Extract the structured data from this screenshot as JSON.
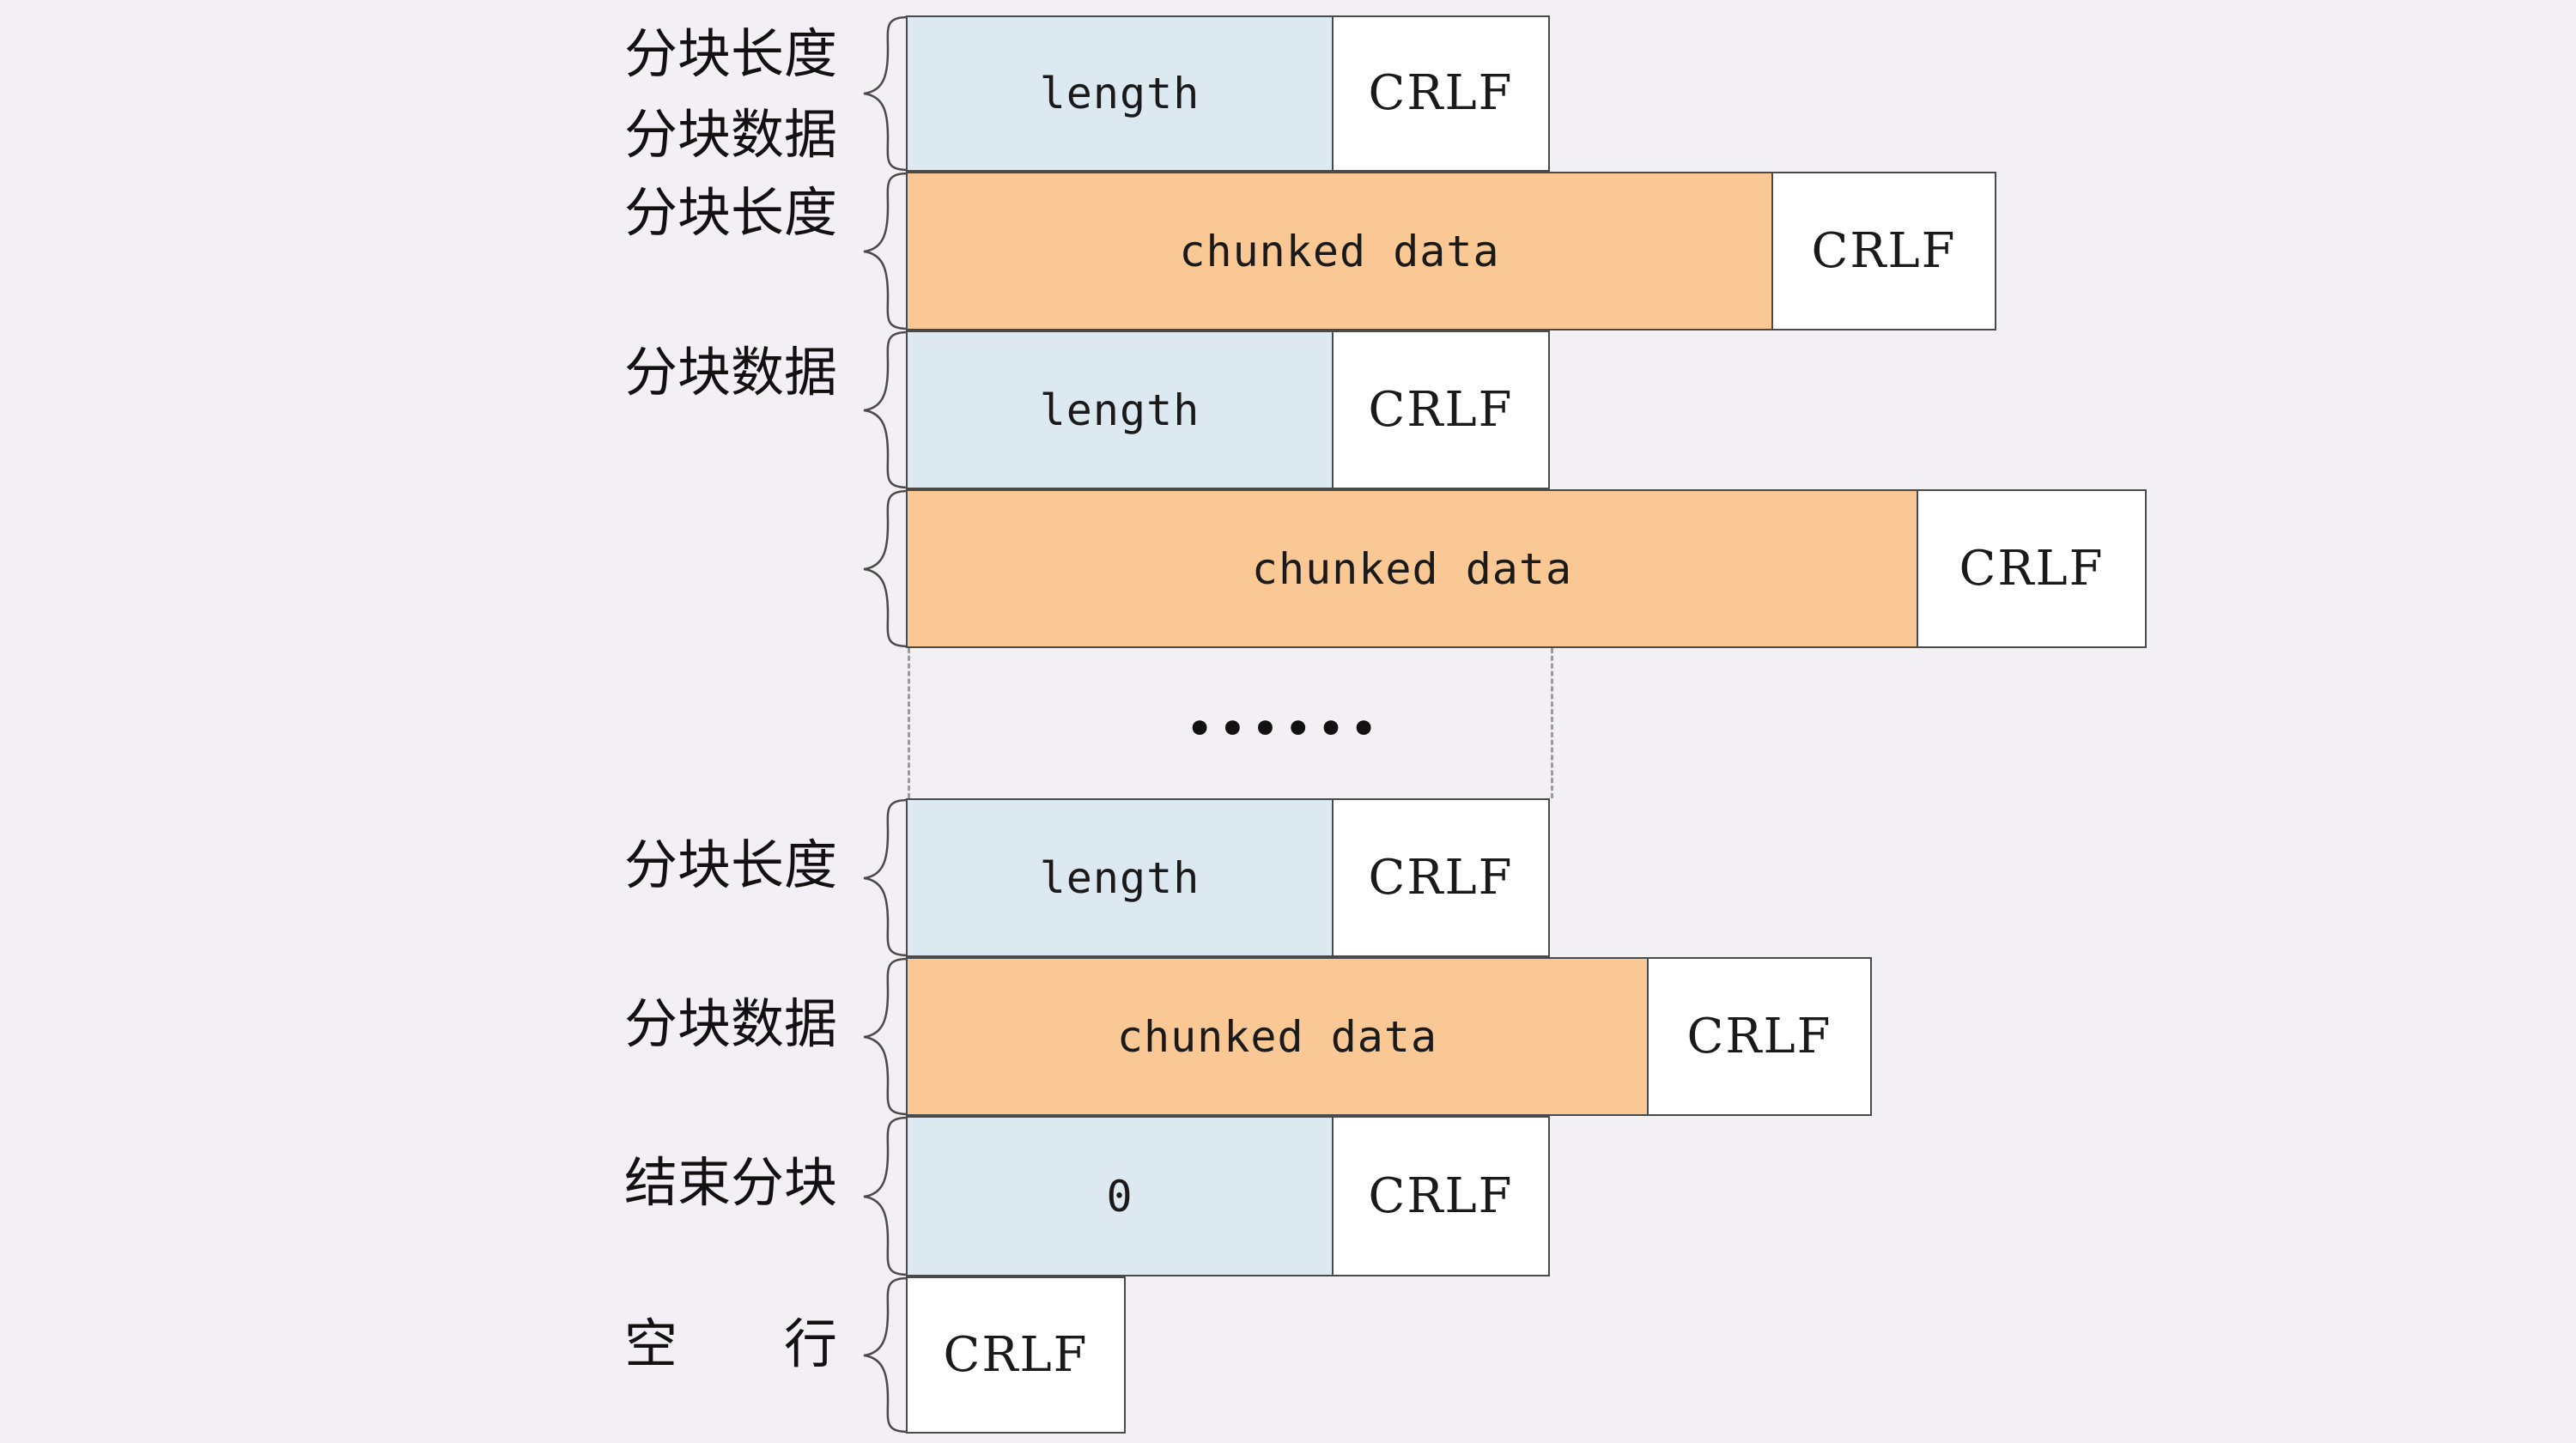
{
  "diagram": {
    "title": "HTTP chunked transfer encoding body format",
    "background_color": "#f2f0f5",
    "colors": {
      "length_fill": "#dce9f0",
      "data_fill": "#f9c894",
      "crlf_fill": "#ffffff",
      "border": "#4a4a4a",
      "dash": "#9a9a9a"
    },
    "ellipsis": "••••••",
    "rows": [
      {
        "label": "分块长度",
        "cells": [
          {
            "text": "length",
            "style": "blue",
            "mono": true
          },
          {
            "text": "CRLF",
            "style": "white",
            "mono": false
          }
        ]
      },
      {
        "label": "分块数据",
        "cells": [
          {
            "text": "chunked data",
            "style": "orange",
            "mono": true
          },
          {
            "text": "CRLF",
            "style": "white",
            "mono": false
          }
        ]
      },
      {
        "label": "分块长度",
        "cells": [
          {
            "text": "length",
            "style": "blue",
            "mono": true
          },
          {
            "text": "CRLF",
            "style": "white",
            "mono": false
          }
        ]
      },
      {
        "label": "分块数据",
        "cells": [
          {
            "text": "chunked data",
            "style": "orange",
            "mono": true
          },
          {
            "text": "CRLF",
            "style": "white",
            "mono": false
          }
        ]
      },
      {
        "label": "分块长度",
        "cells": [
          {
            "text": "length",
            "style": "blue",
            "mono": true
          },
          {
            "text": "CRLF",
            "style": "white",
            "mono": false
          }
        ]
      },
      {
        "label": "分块数据",
        "cells": [
          {
            "text": "chunked data",
            "style": "orange",
            "mono": true
          },
          {
            "text": "CRLF",
            "style": "white",
            "mono": false
          }
        ]
      },
      {
        "label": "结束分块",
        "cells": [
          {
            "text": "0",
            "style": "blue",
            "mono": true
          },
          {
            "text": "CRLF",
            "style": "white",
            "mono": false
          }
        ]
      },
      {
        "label": "空　　行",
        "cells": [
          {
            "text": "CRLF",
            "style": "white",
            "mono": false
          }
        ]
      }
    ]
  }
}
